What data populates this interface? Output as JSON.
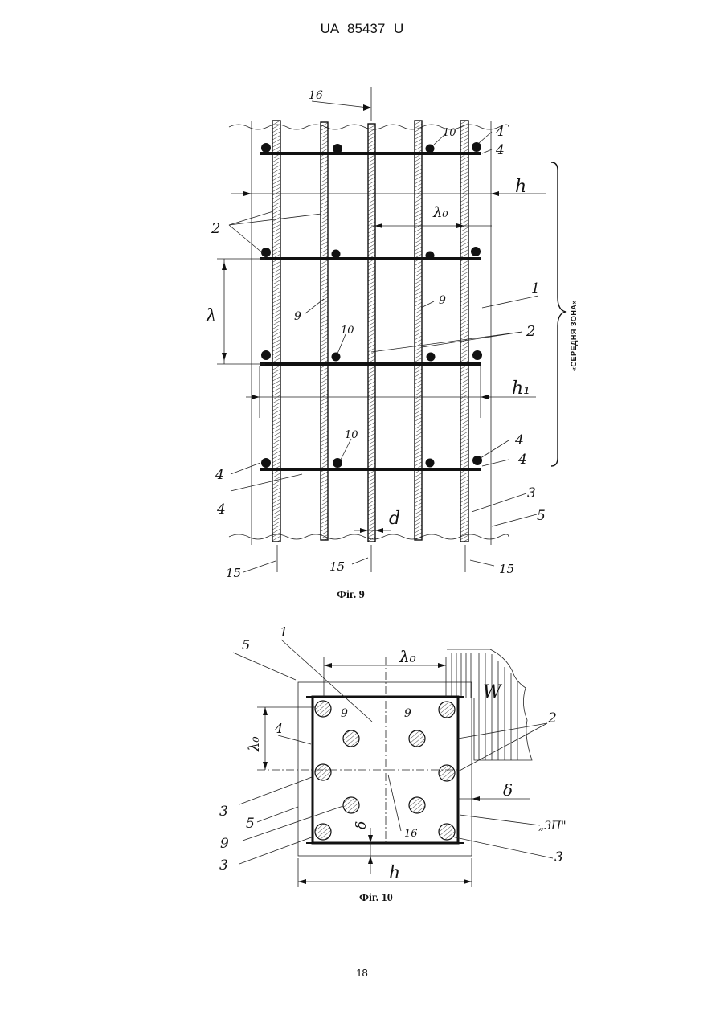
{
  "header": {
    "doc_id": "UA   85437   U"
  },
  "figure9": {
    "caption": "Фіг. 9",
    "zone_label": "«СЕРЕДНЯ ЗОНА»",
    "labels": {
      "n16": "16",
      "n10a": "10",
      "n4a": "4",
      "n4b": "4",
      "h": "h",
      "lambda0": "λ₀",
      "n2a": "2",
      "n1": "1",
      "lambda": "λ",
      "n9a": "9",
      "n9b": "9",
      "n10b": "10",
      "n2b": "2",
      "h1": "h₁",
      "n10c": "10",
      "n4c": "4",
      "n4d": "4",
      "n4e": "4",
      "n4f": "4",
      "n3": "3",
      "d": "d",
      "n5": "5",
      "n15a": "15",
      "n15b": "15",
      "n15c": "15"
    }
  },
  "figure10": {
    "caption": "Фіг. 10",
    "labels": {
      "n5a": "5",
      "n1": "1",
      "lambda0_top": "λ₀",
      "W": "W",
      "n2": "2",
      "n9a": "9",
      "n9b": "9",
      "lambda0_left": "λ₀",
      "n4": "4",
      "delta_right": "δ",
      "n3a": "3",
      "n5b": "5",
      "zp": "„ЗП\"",
      "n16": "16",
      "n9c": "9",
      "delta_bottom": "δ",
      "n3b": "3",
      "n3c": "3",
      "h": "h"
    }
  },
  "page": {
    "number": "18"
  }
}
